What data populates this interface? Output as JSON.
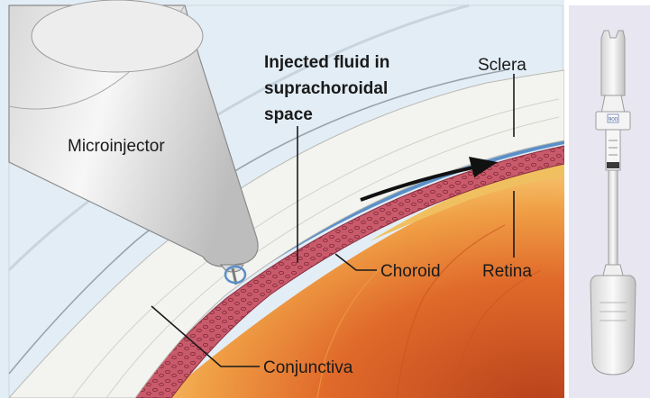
{
  "labels": {
    "microinjector": "Microinjector",
    "injected_fluid": [
      "Injected fluid in",
      "suprachoroidal",
      "space"
    ],
    "sclera": "Sclera",
    "choroid": "Choroid",
    "retina": "Retina",
    "conjunctiva": "Conjunctiva"
  },
  "device": {
    "hub_marking": "900"
  },
  "colors": {
    "background": "#e3edf5",
    "sclera": "#f3f3ef",
    "fluid": "#5b8fc7",
    "choroid": "#c95a6b",
    "retina": "#f0c060",
    "interior": "#e8722a",
    "arrow": "#111111"
  }
}
